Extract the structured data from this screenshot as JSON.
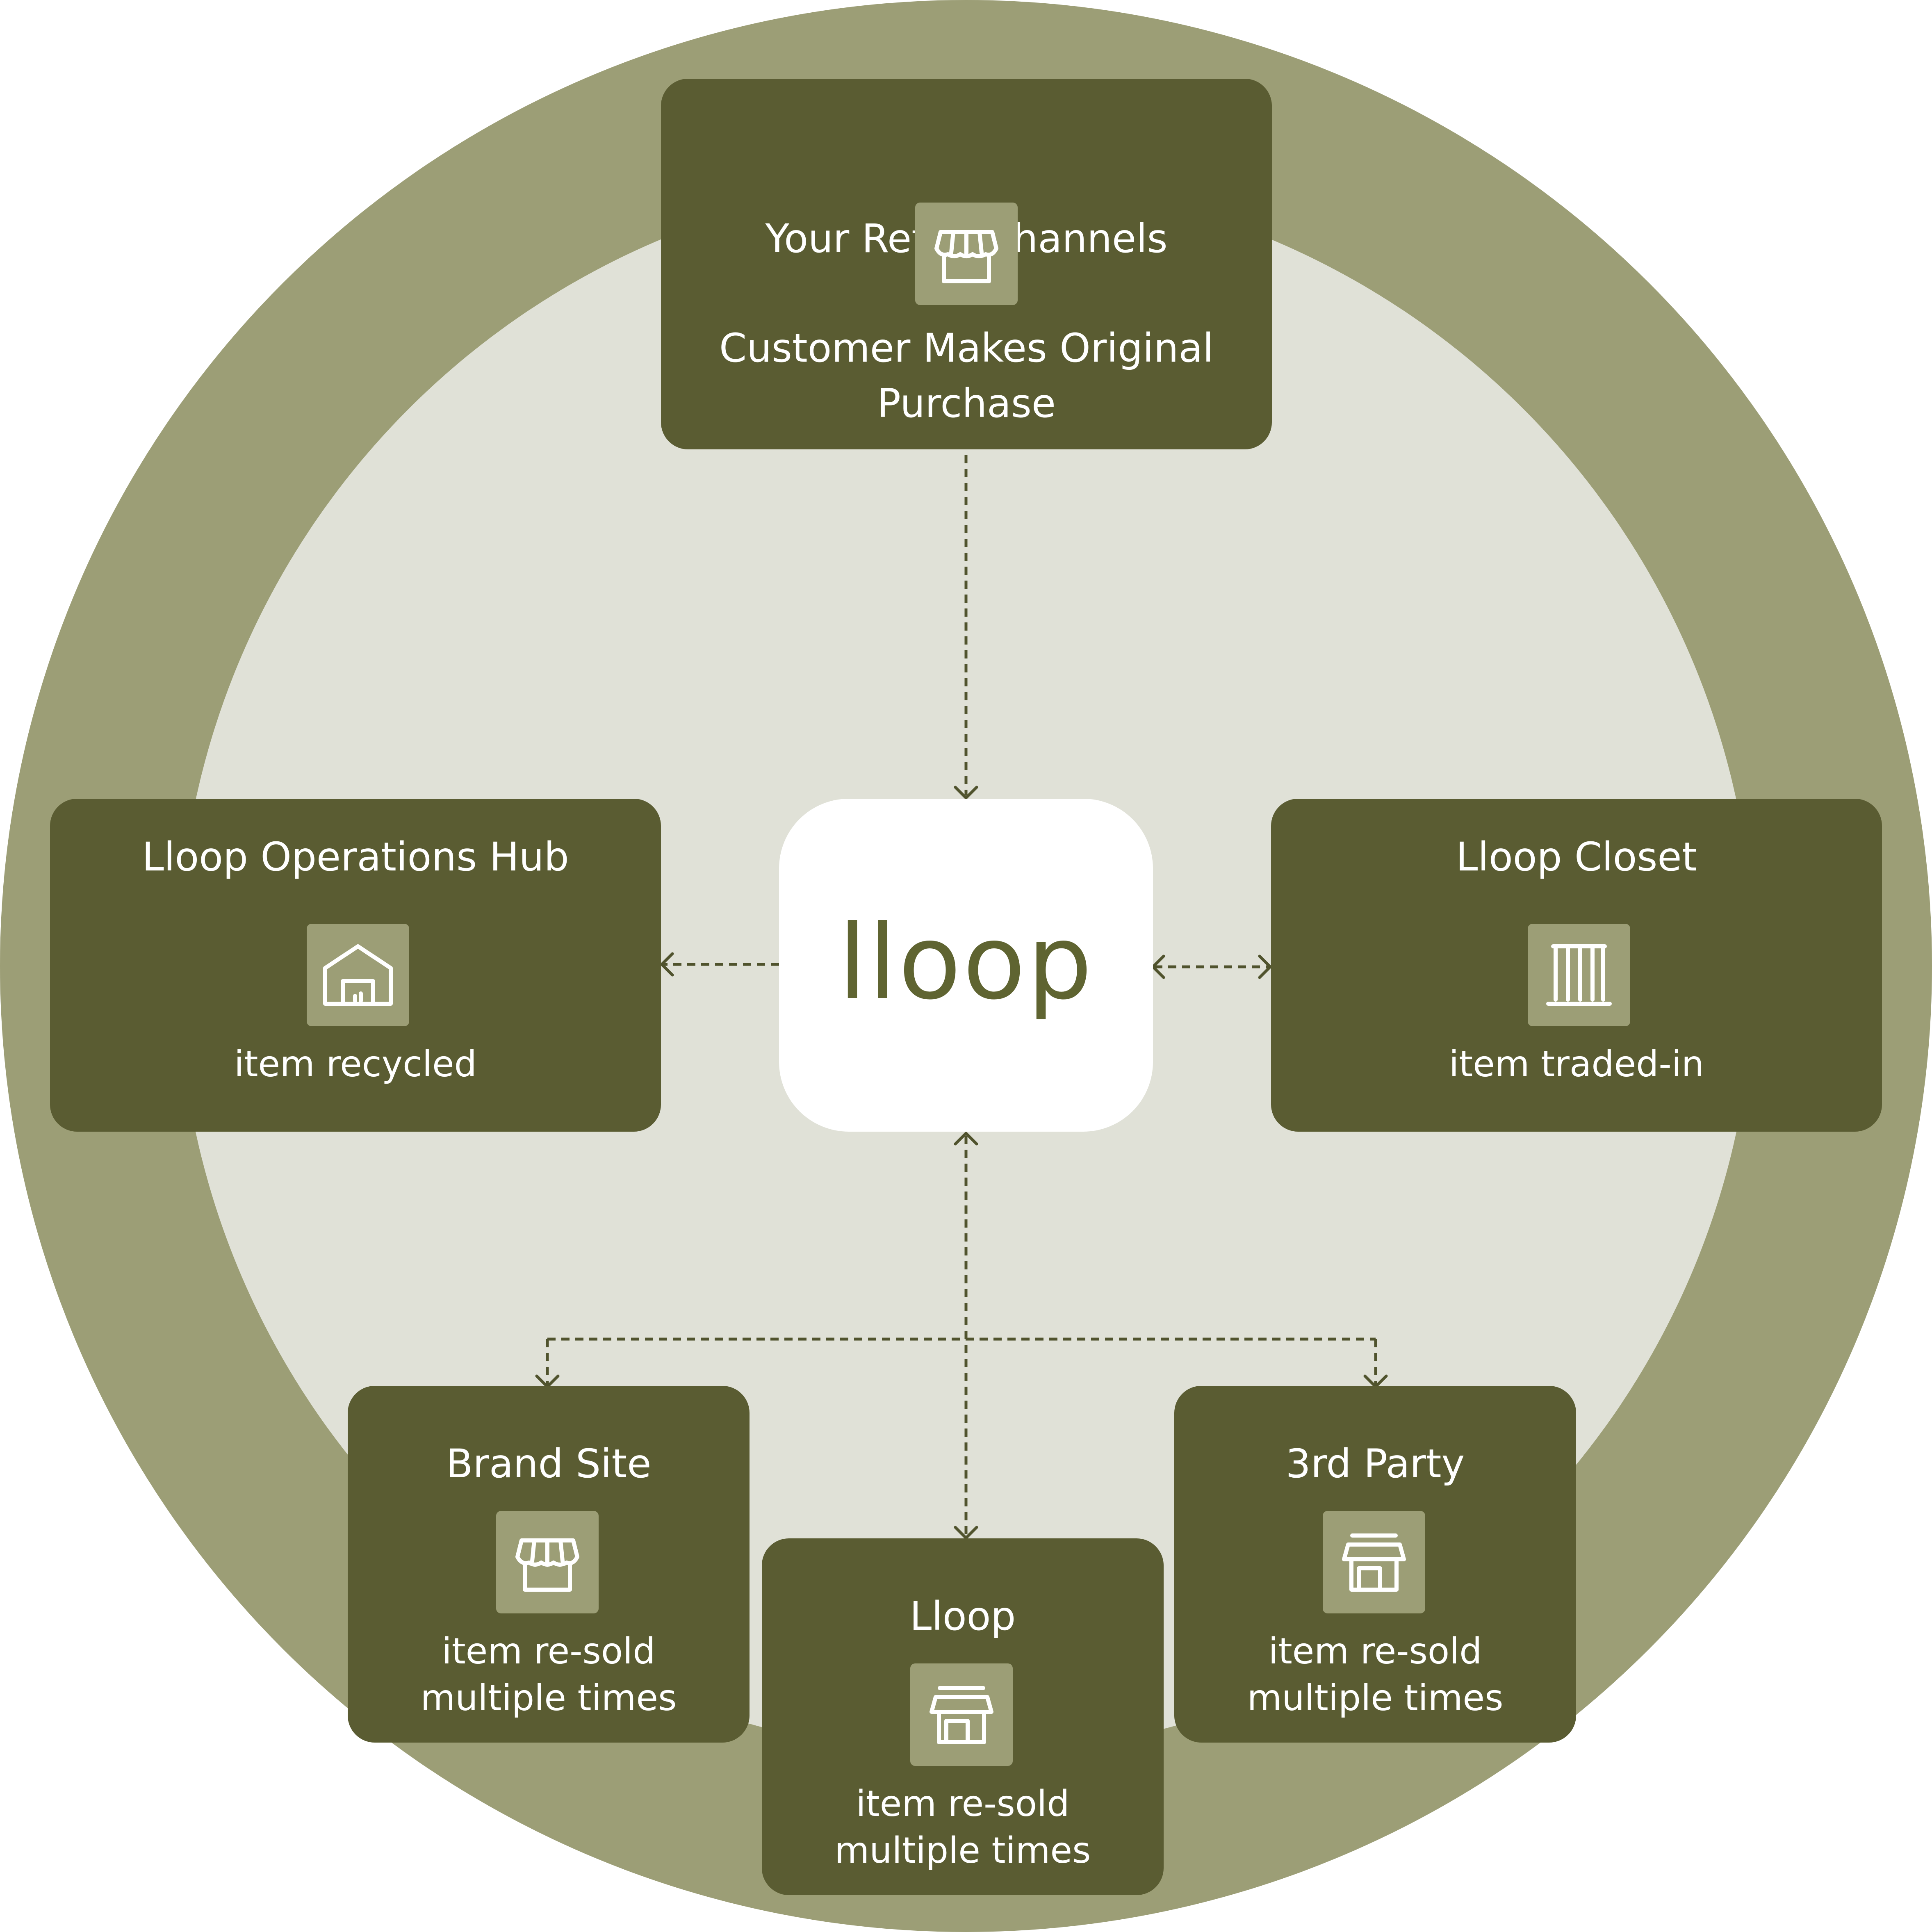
{
  "logo": "lloop",
  "nodes": {
    "retail": {
      "title": "Your Retail Channels",
      "icon": "storefront-awning-icon",
      "desc_line1": "Customer Makes Original",
      "desc_line2": "Purchase"
    },
    "operations_hub": {
      "title": "Lloop Operations Hub",
      "icon": "warehouse-icon",
      "desc_line1": "item recycled"
    },
    "closet": {
      "title": "Lloop Closet",
      "icon": "wardrobe-icon",
      "desc_line1": "item traded-in"
    },
    "brand_site": {
      "title": "Brand Site",
      "icon": "storefront-awning-icon",
      "desc_line1": "item re-sold",
      "desc_line2": "multiple times"
    },
    "lloop": {
      "title": "Lloop",
      "icon": "shop-icon",
      "desc_line1": "item re-sold",
      "desc_line2": "multiple times"
    },
    "third_party": {
      "title": "3rd Party",
      "icon": "shop-icon",
      "desc_line1": "item re-sold",
      "desc_line2": "multiple times"
    }
  },
  "colors": {
    "outer_ring": "#9c9e76",
    "inner_disc": "#e0e1d7",
    "box": "#5a5c32",
    "tile": "#9c9e76",
    "connector": "#50532d"
  }
}
